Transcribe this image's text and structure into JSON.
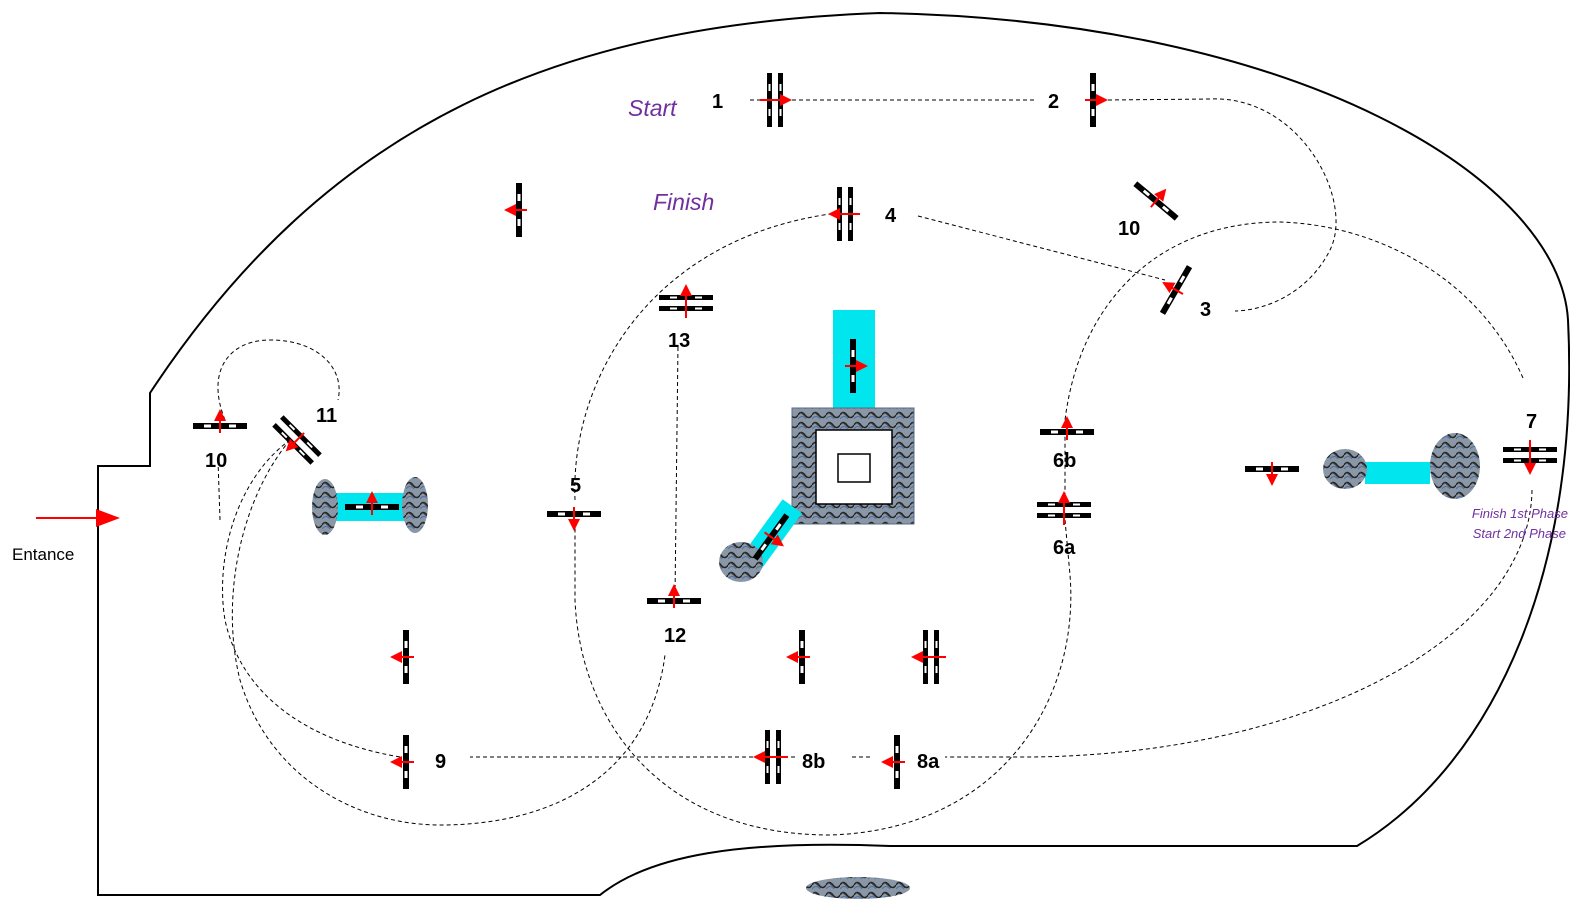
{
  "labels": {
    "start": "Start",
    "finish": "Finish",
    "entrance": "Entance",
    "finish_phase1": "Finish 1st Phase",
    "start_phase2": "Start 2nd Phase"
  },
  "fence_numbers": {
    "f1": "1",
    "f2": "2",
    "f3": "3",
    "f4": "4",
    "f5": "5",
    "f6a": "6a",
    "f6b": "6b",
    "f7": "7",
    "f8a": "8a",
    "f8b": "8b",
    "f9": "9",
    "f10_left": "10",
    "f10_right": "10",
    "f11": "11",
    "f12": "12",
    "f13": "13"
  },
  "colors": {
    "arena_line": "#000000",
    "route_line": "#000000",
    "direction_arrow": "#ff0000",
    "water_tray": "#00e5ee",
    "phase_text": "#7030a0"
  },
  "icons": {
    "fence": "fence-icon",
    "arrow": "direction-arrow-icon",
    "hedge": "hedge-icon",
    "water": "water-tray-icon"
  }
}
